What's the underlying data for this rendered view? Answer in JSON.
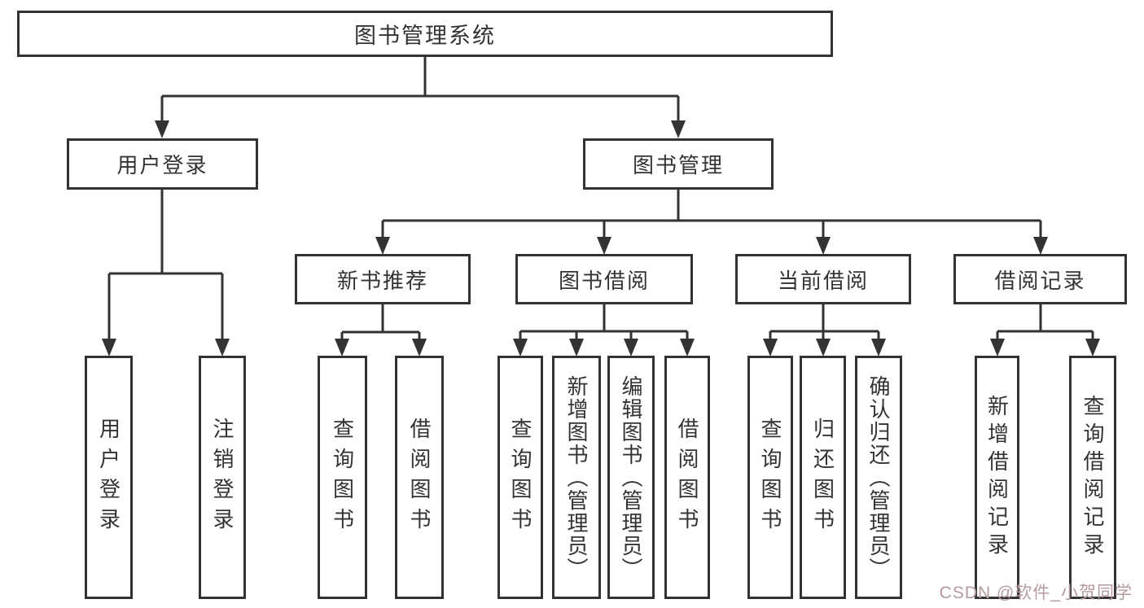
{
  "title": {
    "label": "图书管理系统"
  },
  "level1": [
    {
      "label": "用户登录"
    },
    {
      "label": "图书管理"
    }
  ],
  "level2": [
    {
      "label": "新书推荐"
    },
    {
      "label": "图书借阅"
    },
    {
      "label": "当前借阅"
    },
    {
      "label": "借阅记录"
    }
  ],
  "leaves": [
    {
      "label": "用户登录"
    },
    {
      "label": "注销登录"
    },
    {
      "label": "查询图书"
    },
    {
      "label": "借阅图书"
    },
    {
      "label": "查询图书"
    },
    {
      "label": "新增图书（管理员）"
    },
    {
      "label": "编辑图书（管理员）"
    },
    {
      "label": "借阅图书"
    },
    {
      "label": "查询图书"
    },
    {
      "label": "归还图书"
    },
    {
      "label": "确认归还（管理员）"
    },
    {
      "label": "新增借阅记录"
    },
    {
      "label": "查询借阅记录"
    }
  ],
  "watermark": {
    "text": "CSDN @软件_小贺同学"
  },
  "colors": {
    "line": "#333333",
    "box_border": "#333333",
    "background": "#ffffff",
    "watermark": "#b59a9e"
  }
}
